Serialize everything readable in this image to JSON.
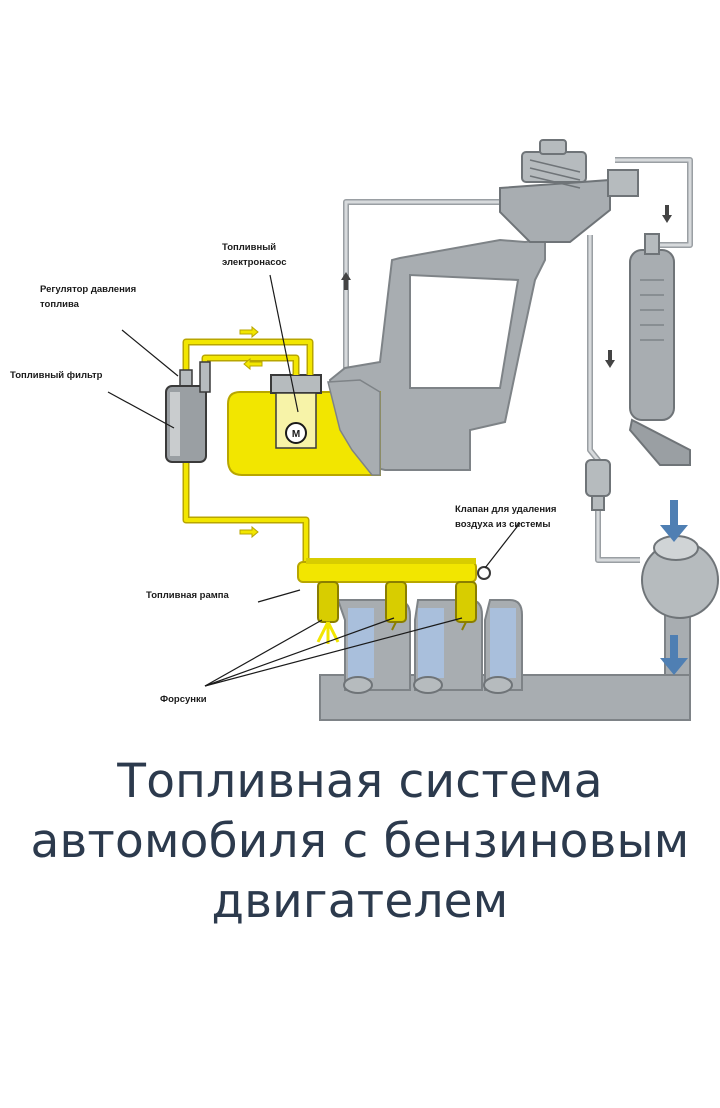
{
  "diagram": {
    "labels": {
      "pump": [
        "Топливный",
        "электронасос"
      ],
      "regulator": [
        "Регулятор давления",
        "топлива"
      ],
      "filter": "Топливный фильтр",
      "valve": [
        "Клапан для удаления",
        "воздуха из системы"
      ],
      "rail": "Топливная рампа",
      "injectors": "Форсунки"
    },
    "pump_symbol": "M",
    "colors": {
      "fuel": "#f2e600",
      "fuel_outline": "#b8a600",
      "engine_gray": "#a8adb1",
      "pipe_gray": "#c9ccce",
      "intake_blue": "#a9bfdc",
      "flow_arrow": "#4f7fb3"
    }
  },
  "caption": {
    "line1": "Топливная система",
    "line2": "автомобиля с бензиновым",
    "line3": "двигателем"
  }
}
